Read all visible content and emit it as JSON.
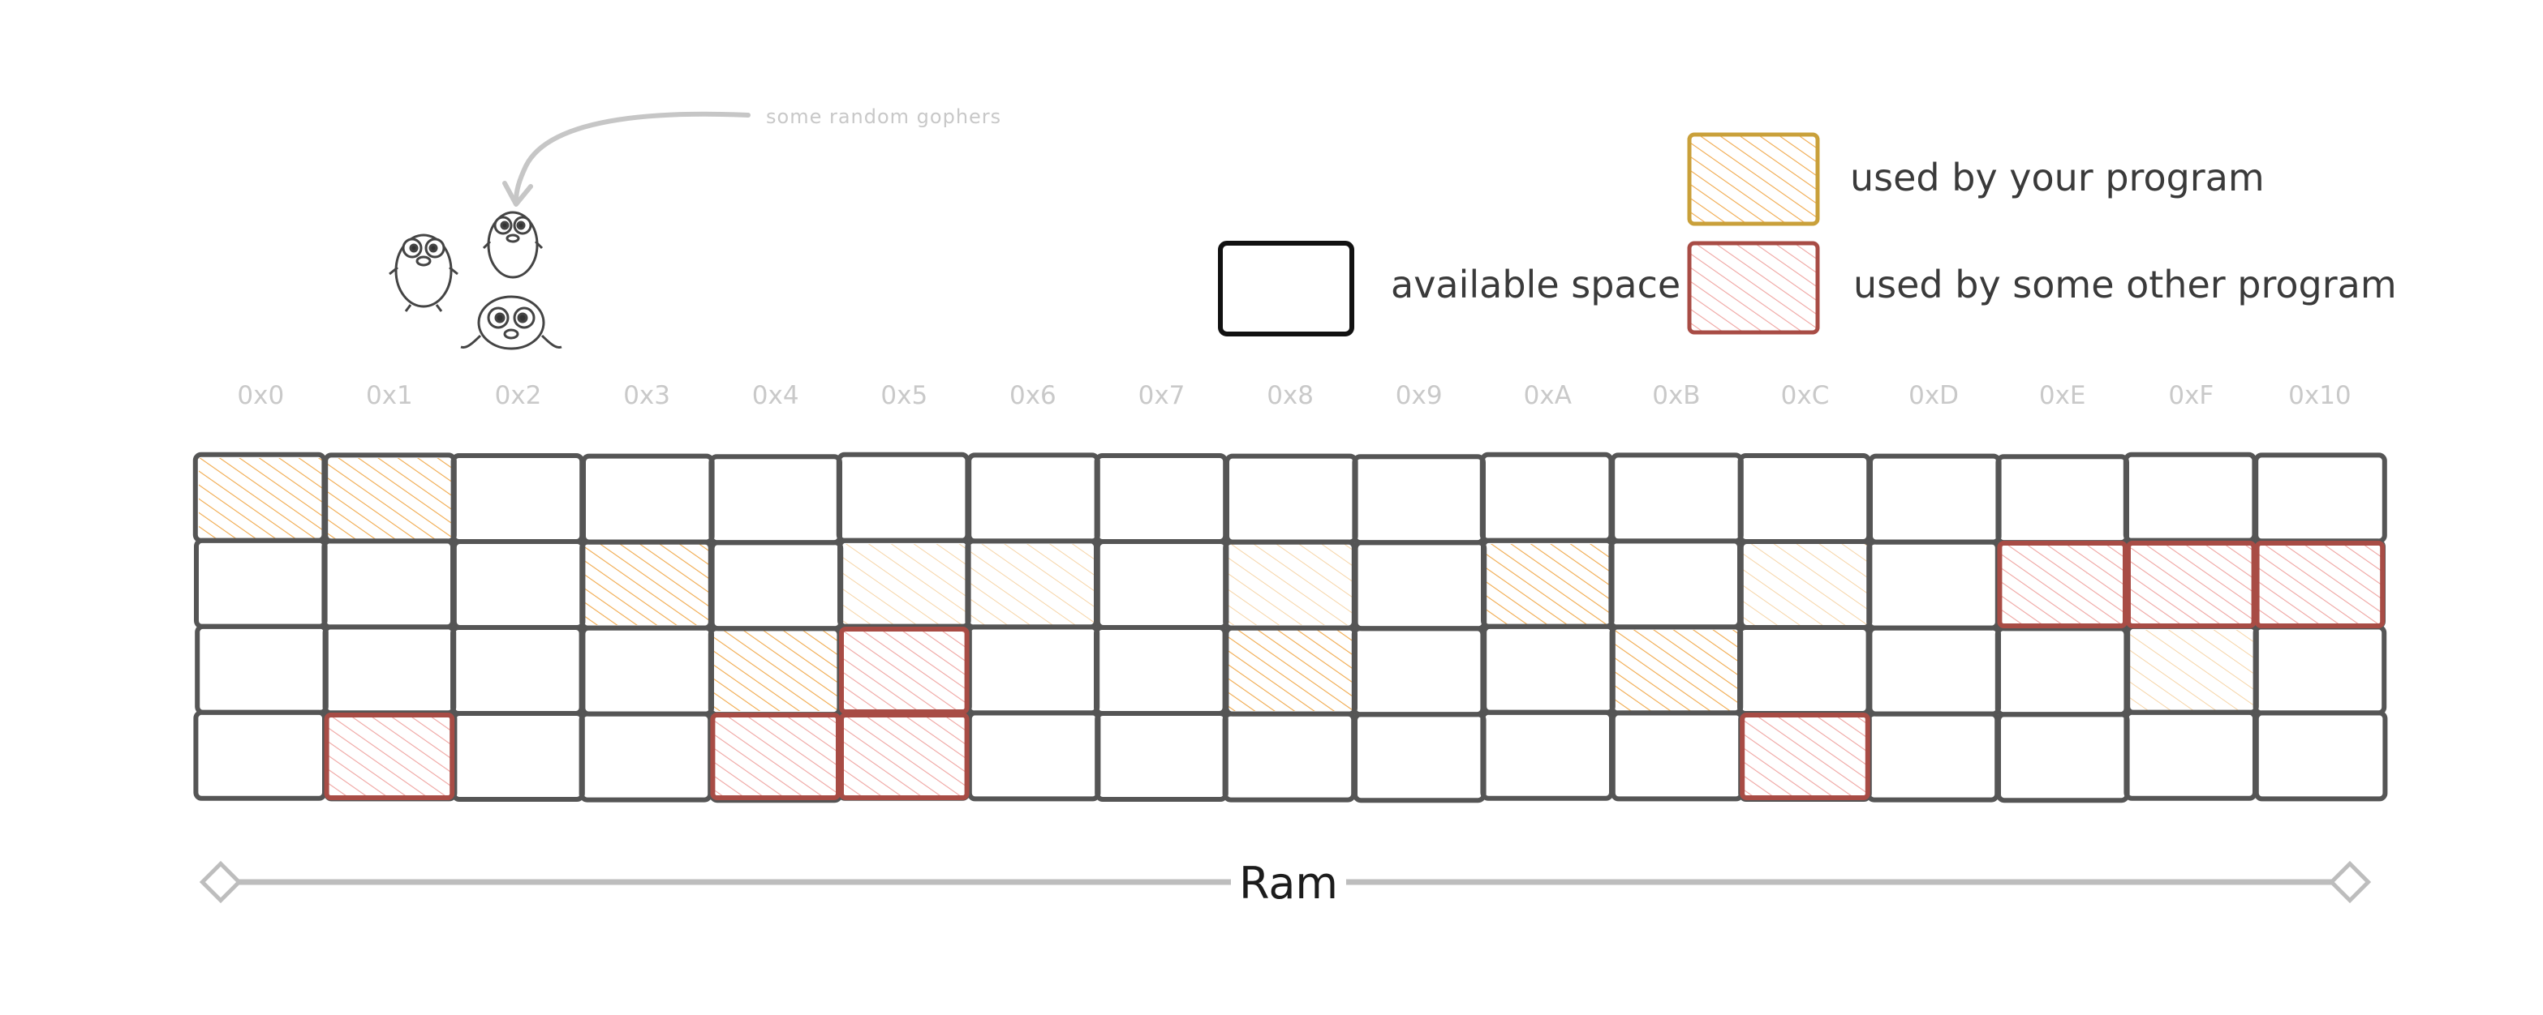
{
  "annotation": {
    "text": "some random gophers"
  },
  "legend": {
    "items": [
      {
        "key": "available",
        "label": "available space",
        "stroke": "#111111",
        "fill": "none"
      },
      {
        "key": "yours",
        "label": "used by your program",
        "stroke": "#c9a03a",
        "fill": "#f4c78a"
      },
      {
        "key": "other",
        "label": "used by some other program",
        "stroke": "#a84c45",
        "fill": "#f2b8b4"
      }
    ]
  },
  "addresses": [
    "0x0",
    "0x1",
    "0x2",
    "0x3",
    "0x4",
    "0x5",
    "0x6",
    "0x7",
    "0x8",
    "0x9",
    "0xA",
    "0xB",
    "0xC",
    "0xD",
    "0xE",
    "0xF",
    "0x10"
  ],
  "memory": {
    "columns": 17,
    "rows": 4,
    "yours": [
      [
        0,
        0
      ],
      [
        0,
        1
      ],
      [
        1,
        3
      ],
      [
        2,
        4
      ],
      [
        2,
        8
      ],
      [
        1,
        10
      ],
      [
        2,
        11
      ]
    ],
    "other": [
      [
        3,
        1
      ],
      [
        2,
        5
      ],
      [
        3,
        4
      ],
      [
        3,
        5
      ],
      [
        3,
        12
      ],
      [
        1,
        14
      ],
      [
        1,
        15
      ],
      [
        1,
        16
      ]
    ],
    "faint": [
      [
        1,
        5
      ],
      [
        1,
        6
      ],
      [
        1,
        8
      ],
      [
        1,
        12
      ],
      [
        2,
        15
      ]
    ]
  },
  "ram": {
    "label": "Ram"
  },
  "colors": {
    "grid_stroke": "#555555",
    "yours_hatch": "#f0a84a",
    "other_hatch": "#efa3a0",
    "other_border": "#a84c45",
    "faint_hatch": "#f6d4a6",
    "axis_line": "#bdbdbd",
    "address_text": "#c9c9c9",
    "annotation_text": "#c8c8c8"
  }
}
